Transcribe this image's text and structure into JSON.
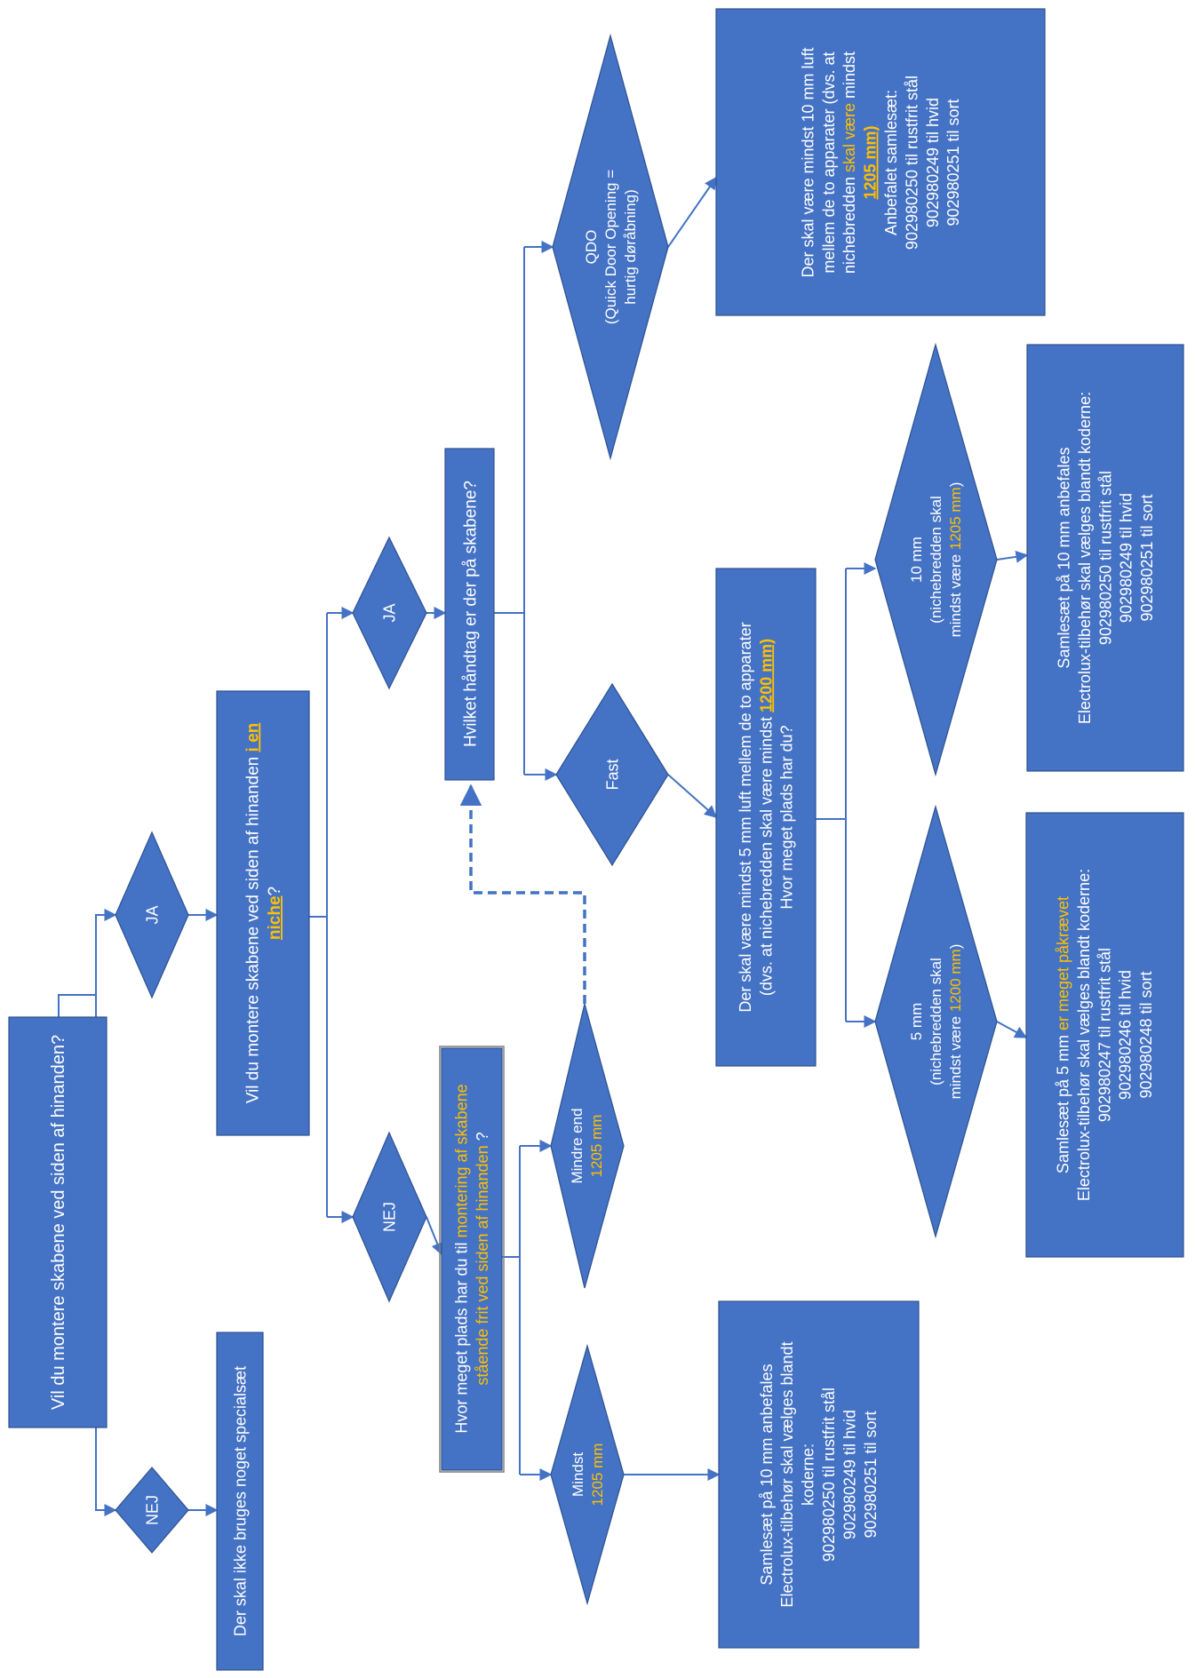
{
  "colors": {
    "shape_fill": "#4472c4",
    "shape_border": "#2f528f",
    "text": "#ffffff",
    "highlight": "#ffc000",
    "connector": "#4472c4"
  },
  "nodes": {
    "q_side_by_side": {
      "lines": [
        [
          {
            "t": "Vil du montere skabene ved siden af hinanden?"
          }
        ]
      ]
    },
    "d_nej_top": {
      "lines": [
        [
          {
            "t": "NEJ"
          }
        ]
      ]
    },
    "r_no_special": {
      "lines": [
        [
          {
            "t": "Der skal ikke bruges noget specialsæt"
          }
        ]
      ]
    },
    "d_ja_top": {
      "lines": [
        [
          {
            "t": "JA"
          }
        ]
      ]
    },
    "q_niche": {
      "lines": [
        [
          {
            "t": "Vil du montere skabene ved siden af hinanden "
          },
          {
            "t": "i en",
            "hl": true,
            "ul": true
          }
        ],
        [
          {
            "t": "niche",
            "hl": true,
            "ul": true
          },
          {
            "t": "?"
          }
        ]
      ]
    },
    "d_ja_niche": {
      "lines": [
        [
          {
            "t": "JA"
          }
        ]
      ]
    },
    "d_nej_niche": {
      "lines": [
        [
          {
            "t": "NEJ"
          }
        ]
      ]
    },
    "q_handle": {
      "lines": [
        [
          {
            "t": "Hvilket håndtag er der på skabene?"
          }
        ]
      ]
    },
    "d_qdo": {
      "lines": [
        [
          {
            "t": "QDO"
          }
        ],
        [
          {
            "t": "(Quick Door Opening ="
          }
        ],
        [
          {
            "t": "hurtig døråbning)"
          }
        ]
      ]
    },
    "r_qdo": {
      "lines": [
        [
          {
            "t": "Der skal være mindst 10 mm luft"
          }
        ],
        [
          {
            "t": "mellem de to apparater (dvs. at"
          }
        ],
        [
          {
            "t": "nichebredden "
          },
          {
            "t": "skal være",
            "hl": true
          },
          {
            "t": "  mindst"
          }
        ],
        [
          {
            "t": "1205 mm)",
            "hl": true,
            "ul": true
          }
        ],
        [
          {
            "t": "Anbefalet samlesæt:"
          }
        ],
        [
          {
            "t": "902980250 til rustfrit stål"
          }
        ],
        [
          {
            "t": "902980249 til hvid"
          }
        ],
        [
          {
            "t": "902980251 til sort"
          }
        ]
      ]
    },
    "d_fast": {
      "lines": [
        [
          {
            "t": "Fast"
          }
        ]
      ]
    },
    "r_fast": {
      "lines": [
        [
          {
            "t": "Der skal være mindst 5 mm luft mellem de to apparater"
          }
        ],
        [
          {
            "t": "(dvs. at nichebredden skal være mindst "
          },
          {
            "t": "1200 mm)",
            "hl": true,
            "ul": true
          }
        ],
        [
          {
            "t": "Hvor meget plads har du?"
          }
        ]
      ]
    },
    "d_10mm": {
      "lines": [
        [
          {
            "t": "10 mm"
          }
        ],
        [
          {
            "t": "(nichebredden skal"
          }
        ],
        [
          {
            "t": "mindst være "
          },
          {
            "t": "1205 mm",
            "hl": true
          },
          {
            "t": ")"
          }
        ]
      ]
    },
    "r_10mm": {
      "lines": [
        [
          {
            "t": "Samlesæt på 10 mm anbefales"
          }
        ],
        [
          {
            "t": "Electrolux-tilbehør skal vælges blandt koderne:"
          }
        ],
        [
          {
            "t": "902980250 til rustfrit stål"
          }
        ],
        [
          {
            "t": "902980249 til hvid"
          }
        ],
        [
          {
            "t": "902980251 til sort"
          }
        ]
      ]
    },
    "d_5mm": {
      "lines": [
        [
          {
            "t": "5 mm"
          }
        ],
        [
          {
            "t": "(nichebredden skal"
          }
        ],
        [
          {
            "t": "mindst være "
          },
          {
            "t": "1200 mm",
            "hl": true
          },
          {
            "t": ")"
          }
        ]
      ]
    },
    "r_5mm": {
      "lines": [
        [
          {
            "t": "Samlesæt på 5 mm "
          },
          {
            "t": "er meget påkrævet",
            "hl": true
          }
        ],
        [
          {
            "t": "Electrolux-tilbehør skal vælges blandt koderne:"
          }
        ],
        [
          {
            "t": "902980247 til rustfrit stål"
          }
        ],
        [
          {
            "t": "902980246 til hvid"
          }
        ],
        [
          {
            "t": "902980248 til sort"
          }
        ]
      ]
    },
    "q_free_space": {
      "lines": [
        [
          {
            "t": "Hvor meget plads har du til "
          },
          {
            "t": "montering af skabene",
            "hl": true
          }
        ],
        [
          {
            "t": "stående frit ved siden af hinanden",
            "hl": true
          },
          {
            "t": " ?"
          }
        ]
      ]
    },
    "d_less_1205": {
      "lines": [
        [
          {
            "t": "Mindre end"
          }
        ],
        [
          {
            "t": "1205 mm",
            "hl": true
          }
        ]
      ]
    },
    "d_min_1205": {
      "lines": [
        [
          {
            "t": "Mindst"
          }
        ],
        [
          {
            "t": "1205 mm",
            "hl": true
          }
        ]
      ]
    },
    "r_min_1205": {
      "lines": [
        [
          {
            "t": "Samlesæt på 10 mm anbefales"
          }
        ],
        [
          {
            "t": "Electrolux-tilbehør skal vælges blandt"
          }
        ],
        [
          {
            "t": "koderne:"
          }
        ],
        [
          {
            "t": "902980250 til rustfrit stål"
          }
        ],
        [
          {
            "t": "902980249 til hvid"
          }
        ],
        [
          {
            "t": "902980251 til sort"
          }
        ]
      ]
    }
  }
}
